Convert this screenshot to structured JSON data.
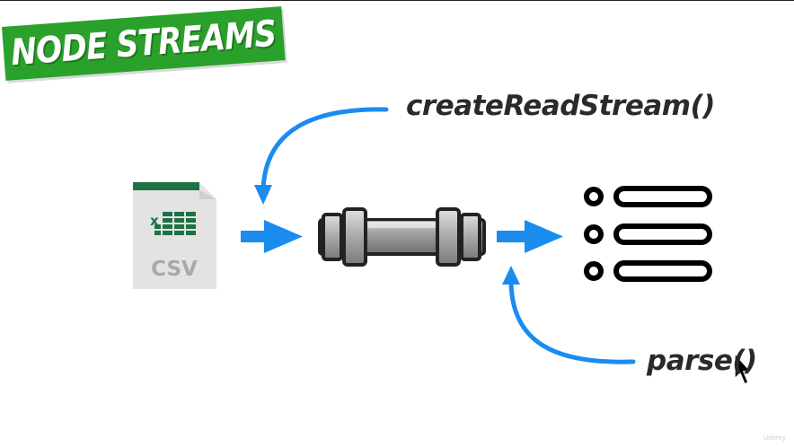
{
  "banner": {
    "title": "NODE STREAMS"
  },
  "file_icon": {
    "badge": "x",
    "label": "CSV"
  },
  "labels": {
    "create_read_stream": "createReadStream()",
    "parse": "parse()"
  },
  "watermark": "Udemy",
  "colors": {
    "banner_green": "#2aa12a",
    "arrow_blue": "#1a8cf0",
    "excel_green": "#1e7145",
    "file_gray": "#e3e3e3",
    "pipe_gray": "#9a9a9a",
    "list_black": "#000000"
  },
  "icons": [
    "csv-file-icon",
    "pipe-icon",
    "list-icon",
    "mouse-cursor-icon"
  ]
}
